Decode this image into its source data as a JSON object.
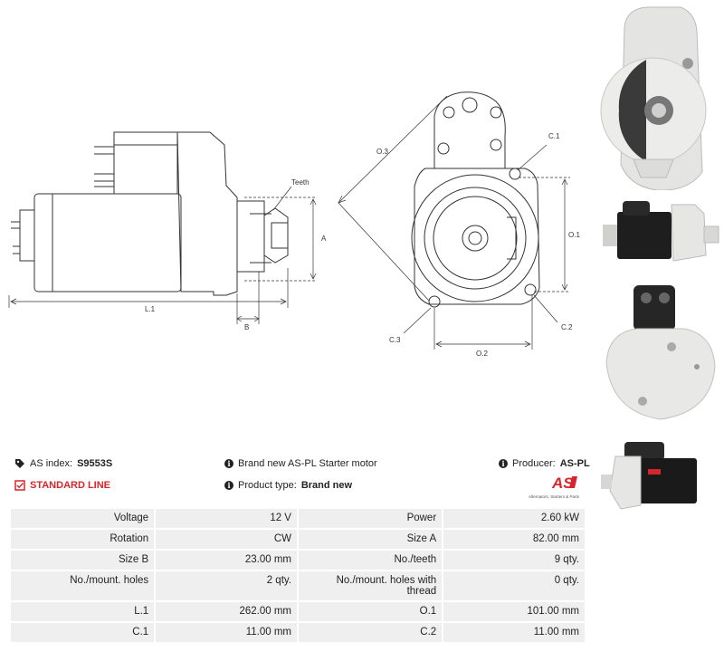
{
  "drawing": {
    "labels": {
      "teeth": "Teeth",
      "a": "A",
      "b": "B",
      "l1": "L.1",
      "o3": "O.3",
      "c1": "C.1",
      "o1": "O.1",
      "c2": "C.2",
      "c3": "C.3",
      "o2": "O.2"
    }
  },
  "info": {
    "as_index_label": "AS index:",
    "as_index_value": "S9553S",
    "line_label": "STANDARD LINE",
    "description": "Brand new AS-PL Starter motor",
    "product_type_label": "Product type:",
    "product_type_value": "Brand new",
    "producer_label": "Producer:",
    "producer_value": "AS-PL",
    "logo_text": "AS",
    "logo_tagline": "Alternators, Starters & Parts"
  },
  "specs": [
    {
      "l1": "Voltage",
      "v1": "12 V",
      "l2": "Power",
      "v2": "2.60 kW"
    },
    {
      "l1": "Rotation",
      "v1": "CW",
      "l2": "Size A",
      "v2": "82.00 mm"
    },
    {
      "l1": "Size B",
      "v1": "23.00 mm",
      "l2": "No./teeth",
      "v2": "9 qty."
    },
    {
      "l1": "No./mount. holes",
      "v1": "2 qty.",
      "l2": "No./mount. holes with thread",
      "v2": "0 qty."
    },
    {
      "l1": "L.1",
      "v1": "262.00 mm",
      "l2": "O.1",
      "v2": "101.00 mm"
    },
    {
      "l1": "C.1",
      "v1": "11.00 mm",
      "l2": "C.2",
      "v2": "11.00 mm"
    }
  ],
  "colors": {
    "accent_red": "#d6262d",
    "cell_bg": "#efefef"
  },
  "icons": [
    "tag-icon",
    "check-square-icon",
    "info-icon",
    "as-pl-logo"
  ]
}
